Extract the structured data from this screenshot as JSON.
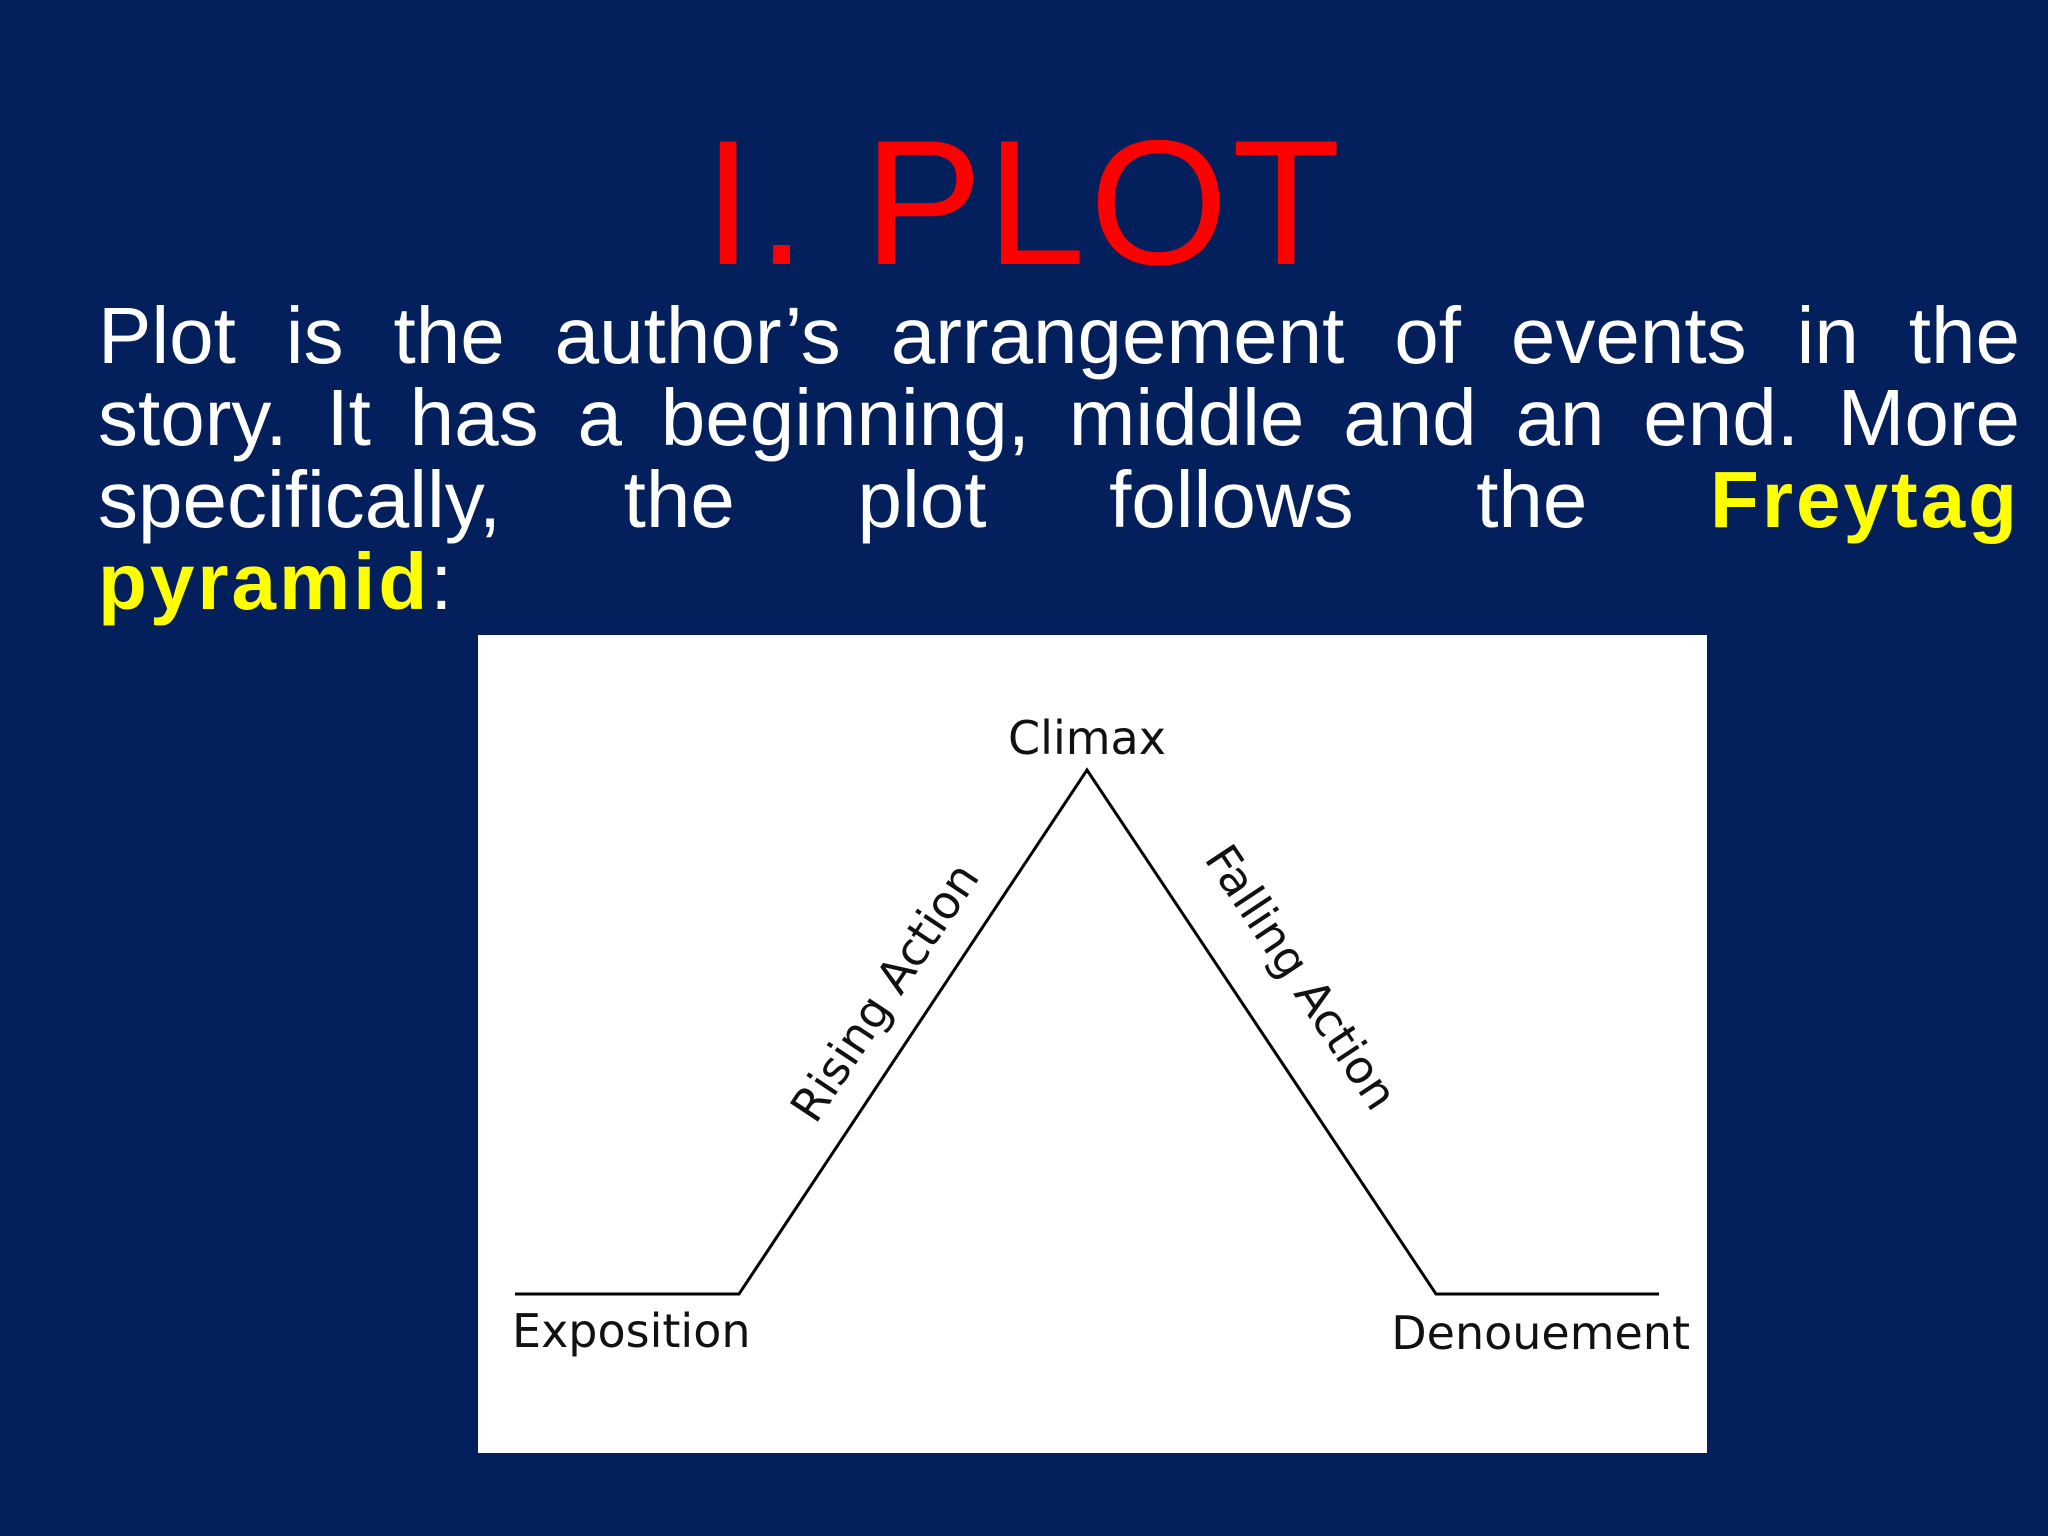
{
  "slide": {
    "title": "I. PLOT",
    "body": {
      "line1": "Plot is the author’s arrangement of events in the",
      "line2": "story. It has a beginning, middle and an end.  More",
      "line3_prefix": "specifically, the plot follows the",
      "term_part1": "Freytag",
      "term_part2": "pyramid",
      "line4_suffix": ":"
    },
    "colors": {
      "background": "#03205c",
      "title": "#ff0000",
      "body_text": "#ffffff",
      "highlight": "#ffff00"
    }
  },
  "diagram": {
    "stages": {
      "exposition": "Exposition",
      "rising_action": "Rising Action",
      "climax": "Climax",
      "falling_action": "Falling Action",
      "denouement": "Denouement"
    }
  }
}
